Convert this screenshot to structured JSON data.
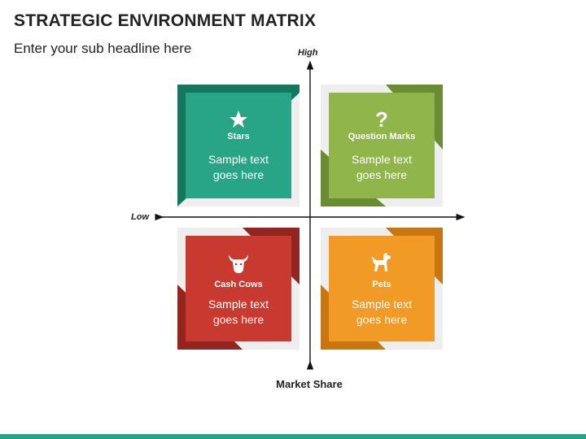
{
  "header": {
    "title": "STRATEGIC ENVIRONMENT MATRIX",
    "subtitle": "Enter your sub headline here"
  },
  "axes": {
    "y_high": "High",
    "x_low": "Low",
    "x_title": "Market Share"
  },
  "quadrants": [
    {
      "name": "Stars",
      "text_line1": "Sample text",
      "text_line2": "goes here",
      "icon": "star-icon",
      "color": "#27a586",
      "dark": "#16775f",
      "back": "#eeeeee"
    },
    {
      "name": "Question Marks",
      "text_line1": "Sample text",
      "text_line2": "goes here",
      "icon": "question-mark-icon",
      "color": "#8fb54b",
      "dark": "#6a8c33",
      "back": "#eeeeee"
    },
    {
      "name": "Cash Cows",
      "text_line1": "Sample text",
      "text_line2": "goes here",
      "icon": "cow-icon",
      "color": "#c8392f",
      "dark": "#93241f",
      "back": "#eeeeee"
    },
    {
      "name": "Pets",
      "text_line1": "Sample text",
      "text_line2": "goes here",
      "icon": "dog-icon",
      "color": "#f19a26",
      "dark": "#c97610",
      "back": "#eeeeee"
    }
  ],
  "footer_color": "#2aa18a"
}
